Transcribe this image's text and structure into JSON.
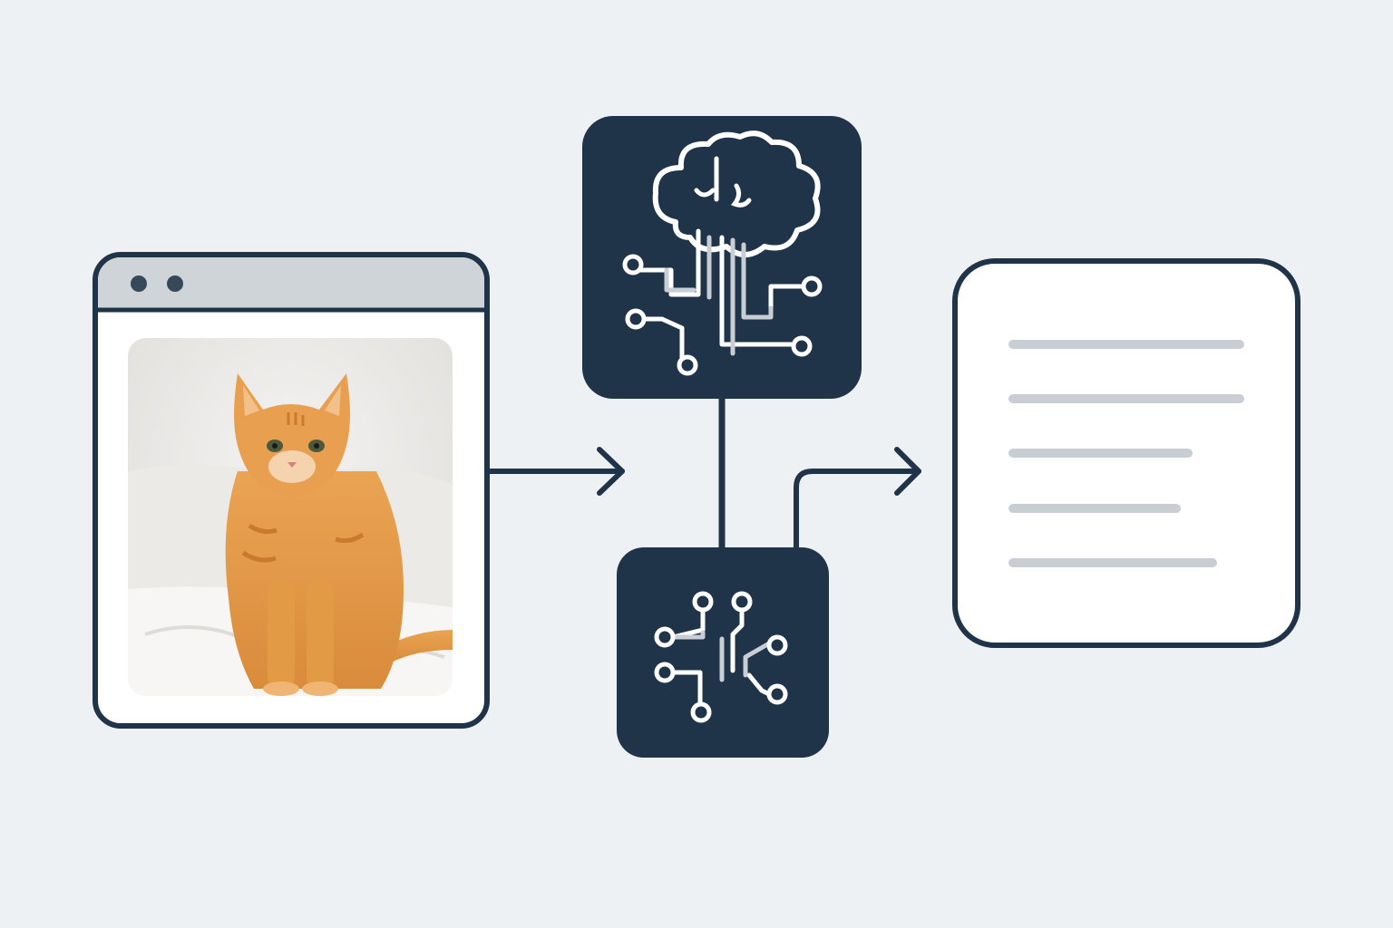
{
  "diagram": {
    "input_window": {
      "kind": "browser-window",
      "titlebar_dots": 2,
      "content": "photo-cat-icon"
    },
    "ai_brain_node": {
      "icon": "brain-circuit-icon"
    },
    "ai_chip_node": {
      "icon": "circuit-icon"
    },
    "output_document": {
      "icon": "text-lines-icon",
      "text_lines": 5
    },
    "flow": [
      "input_window",
      "ai_brain_node",
      "ai_chip_node",
      "output_document"
    ]
  },
  "colors": {
    "background": "#eef1f4",
    "navy": "#1f3448",
    "titlebar": "#cfd4d9",
    "line_gray": "#c9ced4",
    "white": "#ffffff",
    "cat_orange": "#e39a44"
  }
}
